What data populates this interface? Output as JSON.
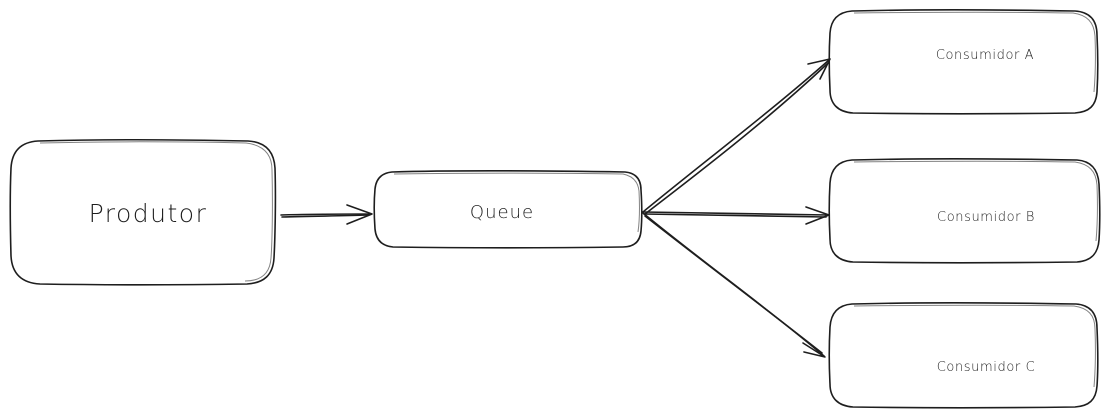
{
  "diagram": {
    "nodes": {
      "producer": {
        "label": "Produtor"
      },
      "queue": {
        "label": "Queue"
      },
      "consumer_a": {
        "label": "Consumidor A"
      },
      "consumer_b": {
        "label": "Consumidor B"
      },
      "consumer_c": {
        "label": "Consumidor C"
      }
    },
    "edges": [
      {
        "from": "producer",
        "to": "queue"
      },
      {
        "from": "queue",
        "to": "consumer_a"
      },
      {
        "from": "queue",
        "to": "consumer_b"
      },
      {
        "from": "queue",
        "to": "consumer_c"
      }
    ],
    "colors": {
      "stroke": "#1e1e1e",
      "background": "#ffffff"
    }
  }
}
